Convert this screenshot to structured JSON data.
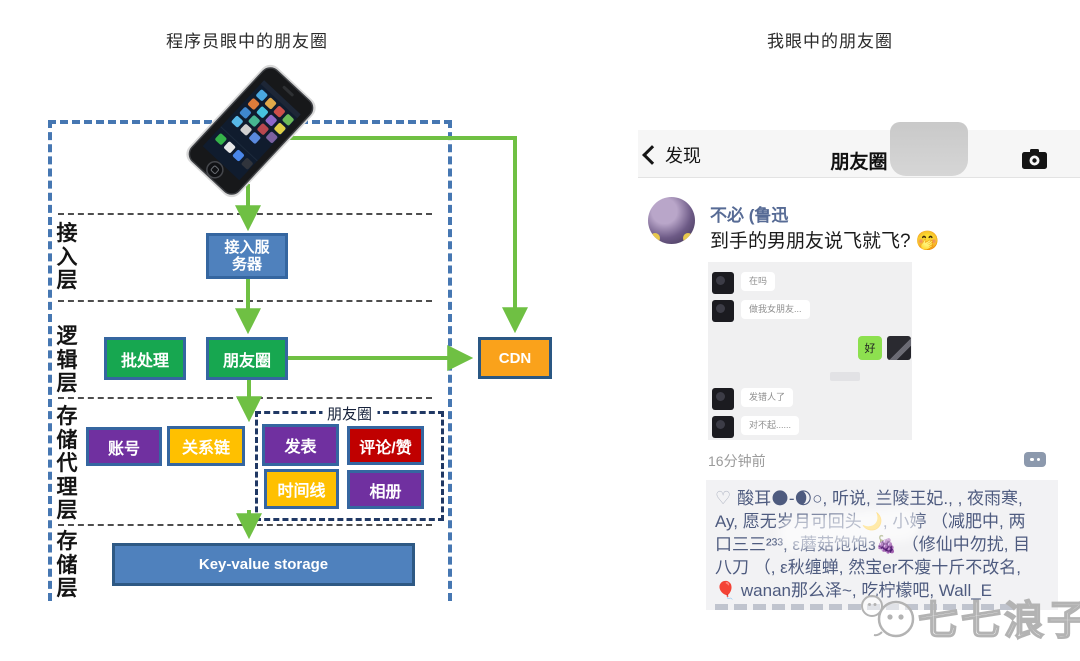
{
  "left_panel": {
    "title": "程序员眼中的朋友圈",
    "layer_labels": [
      "接入层",
      "逻辑层",
      "存储代理层",
      "存储层"
    ],
    "nodes": {
      "access_server": "接入服务器",
      "batch": "批处理",
      "moments_logic": "朋友圈",
      "cdn": "CDN",
      "account": "账号",
      "relation_chain": "关系链",
      "inner_group_label": "朋友圈",
      "publish": "发表",
      "comment_like": "评论/赞",
      "timeline": "时间线",
      "album": "相册",
      "kv_storage": "Key-value storage"
    },
    "colors": {
      "arrow_green": "#6FC043",
      "node_green": "#17A750",
      "node_purple": "#7030A0",
      "node_yellow": "#FFC000",
      "node_red": "#C00000",
      "node_blue": "#4F81BD",
      "node_orange": "#FAA21B",
      "box_border": "#3566A0",
      "outer_dash": "#4677B2",
      "inner_dash": "#203864"
    }
  },
  "right_panel": {
    "title": "我眼中的朋友圈",
    "wechat": {
      "header": {
        "back_label": "发现",
        "title": "朋友圈",
        "camera_icon": "camera-icon"
      },
      "post": {
        "author": "不必 (鲁迅",
        "content": "到手的男朋友说飞就飞? 🤭",
        "chat_left": [
          "在吗",
          "做我女朋友...",
          "发错人了",
          "对不起......"
        ],
        "chat_right": "好",
        "time": "16分钟前",
        "comment_icon": "two-dots-comment-icon"
      },
      "likes": {
        "heart": "♡",
        "lines": [
          "酸耳🌑-🌒○, 听说, 兰陵王妃., , 夜雨寒,",
          "Ay, 愿无岁月可回头🌙, 小婷 （减肥中, 两",
          "口三三²³³, ε蘑菇饱饱з🍇 （修仙中勿扰, 目",
          "八刀 （, ε秋缠蝉, 然宝er不瘦十斤不改名,",
          "🎈 wanan那么泽~, 吃柠檬吧, Wall_E"
        ]
      },
      "accent_colors": {
        "name_blue": "#576b95",
        "bubble_green": "#8de04f"
      }
    },
    "watermark": "七七浪子"
  }
}
